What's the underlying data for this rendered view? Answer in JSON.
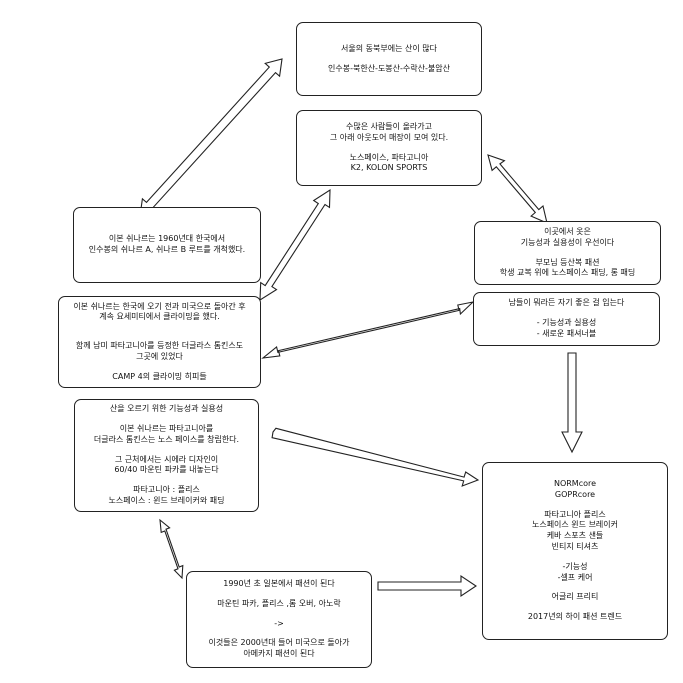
{
  "boxes": {
    "seoul": [
      "서울의 동북부에는 산이 많다",
      "",
      "인수봉-북한산-도봉산-수락산-불암산"
    ],
    "crowd": [
      "수많은 사람들이 올라가고",
      "그 아래 아웃도어 매장이 모여 있다.",
      "",
      "노스페이스, 파타고니아",
      "K2, KOLON SPORTS"
    ],
    "chouinard1960": [
      "이본 쉬나르는 1960년대 한국에서",
      "인수봉의 쉬나르 A, 쉬나르 B 루트를 개척했다."
    ],
    "clothes": [
      "이곳에서 옷은",
      "기능성과 실용성이 우선이다",
      "",
      "부모님 등산복 패션",
      "학생 교복 위에 노스페이스 패딩, 롱 패딩"
    ],
    "yosemite": [
      "이본 쉬나르는 한국에 오기 전과 미국으로 돌아간 후",
      "계속 요세미티에서 클라이밍을 했다.",
      "",
      "",
      "함께 남미 파타고니아를 등정한 더글라스 톰킨스도",
      "그곳에 있었다",
      "",
      "CAMP 4의 클라이밍 히피들"
    ],
    "others": [
      "남들이 뭐라든 자기 좋은 걸 입는다",
      "",
      "- 기능성과 실용성",
      "- 새로운 패셔너블"
    ],
    "brands": [
      "산을 오르기 위한 기능성과 실용성",
      "",
      "이본 쉬나르는 파타고니아를",
      "더글라스 톰킨스는 노스 페이스를 창립한다.",
      "",
      "그 근처에서는 시에라 디자인이",
      "60/40 마운틴 파카를 내놓는다",
      "",
      "파타고니아 : 플리스",
      "노스페이스 : 윈드 브레이커와 패딩"
    ],
    "japan": [
      "1990년 초 일본에서 패션이 된다",
      "",
      "마운틴 파카, 플리스 ,롬 오버, 아노락",
      "",
      "->",
      "",
      "이것들은 2000년대 들어 미국으로 돌아가",
      "아메카지 패션이 된다"
    ],
    "trend": [
      "NORMcore",
      "GOPRcore",
      "",
      "파타고니아 플리스",
      "노스페이스 윈드 브레이커",
      "케바 스포츠 샌들",
      "빈티지 티셔츠",
      "",
      "-기능성",
      "-셀프 케어",
      "",
      "어글리 프리티",
      "",
      "2017년의 하이 패션 트렌드"
    ]
  },
  "colors": {
    "stroke": "#222222",
    "fill": "#ffffff"
  }
}
